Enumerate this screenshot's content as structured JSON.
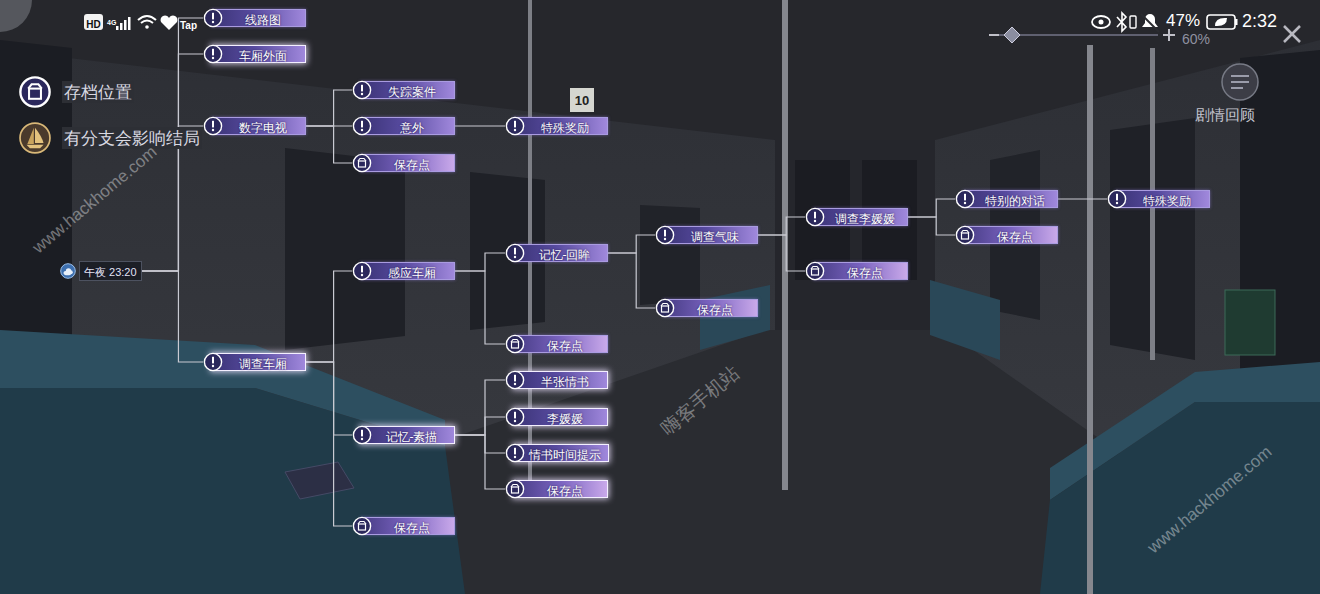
{
  "diagram": {
    "nodes": [
      {
        "text": [
          "午夜 23:20"
        ]
      },
      {
        "text": [
          "线路图"
        ]
      },
      {
        "text": [
          "车厢外面"
        ]
      },
      {
        "text": [
          "数字电视"
        ]
      },
      {
        "text": [
          "失踪案件"
        ]
      },
      {
        "text": [
          "意外"
        ]
      },
      {
        "text": [
          "特殊奖励"
        ]
      },
      {
        "text": [
          "保存点"
        ]
      },
      {
        "text": [
          "调查车厢"
        ]
      },
      {
        "text": [
          "感应车厢"
        ]
      },
      {
        "text": [
          "记忆-回眸"
        ]
      },
      {
        "text": [
          "调查气味"
        ]
      },
      {
        "text": [
          "调查李媛媛"
        ]
      },
      {
        "text": [
          "特别的对话"
        ]
      },
      {
        "text": [
          "特殊奖励"
        ]
      },
      {
        "text": [
          "保存点"
        ]
      },
      {
        "text": [
          "保存点"
        ]
      },
      {
        "text": [
          "保存点"
        ]
      },
      {
        "text": [
          "保存点"
        ]
      },
      {
        "text": [
          "记忆-素描"
        ]
      },
      {
        "text": [
          "半张情书"
        ]
      },
      {
        "text": [
          "李媛媛"
        ]
      },
      {
        "text": [
          "情书时间提示"
        ]
      },
      {
        "text": [
          "保存点"
        ]
      },
      {
        "text": [
          "保存点"
        ]
      }
    ],
    "edges": [
      {
        "from": 0,
        "to": 1,
        "arrow": "none"
      },
      {
        "from": 0,
        "to": 2,
        "arrow": "none"
      },
      {
        "from": 0,
        "to": 3,
        "arrow": "none"
      },
      {
        "from": 0,
        "to": 8,
        "arrow": "none"
      },
      {
        "from": 3,
        "to": 4,
        "arrow": "none"
      },
      {
        "from": 3,
        "to": 5,
        "arrow": "none"
      },
      {
        "from": 3,
        "to": 7,
        "arrow": "none"
      },
      {
        "from": 5,
        "to": 6,
        "arrow": "none"
      },
      {
        "from": 8,
        "to": 9,
        "arrow": "none"
      },
      {
        "from": 8,
        "to": 19,
        "arrow": "none"
      },
      {
        "from": 8,
        "to": 24,
        "arrow": "none"
      },
      {
        "from": 9,
        "to": 10,
        "arrow": "none"
      },
      {
        "from": 9,
        "to": 18,
        "arrow": "none"
      },
      {
        "from": 10,
        "to": 11,
        "arrow": "none"
      },
      {
        "from": 10,
        "to": 17,
        "arrow": "none"
      },
      {
        "from": 11,
        "to": 12,
        "arrow": "none"
      },
      {
        "from": 11,
        "to": 16,
        "arrow": "none"
      },
      {
        "from": 12,
        "to": 13,
        "arrow": "none"
      },
      {
        "from": 12,
        "to": 15,
        "arrow": "none"
      },
      {
        "from": 13,
        "to": 14,
        "arrow": "none"
      },
      {
        "from": 19,
        "to": 20,
        "arrow": "none"
      },
      {
        "from": 19,
        "to": 21,
        "arrow": "none"
      },
      {
        "from": 19,
        "to": 22,
        "arrow": "none"
      },
      {
        "from": 19,
        "to": 23,
        "arrow": "none"
      }
    ],
    "labels": [
      "HD",
      "4G",
      "Tap",
      "60%",
      "47%",
      "2:32",
      "剧情回顾",
      "10",
      "www.hackhome.com",
      "嗨客手机站",
      "www.hackhome.com"
    ],
    "legend": [
      {
        "text": "存档位置"
      },
      {
        "text": "有分支会影响结局"
      }
    ]
  }
}
